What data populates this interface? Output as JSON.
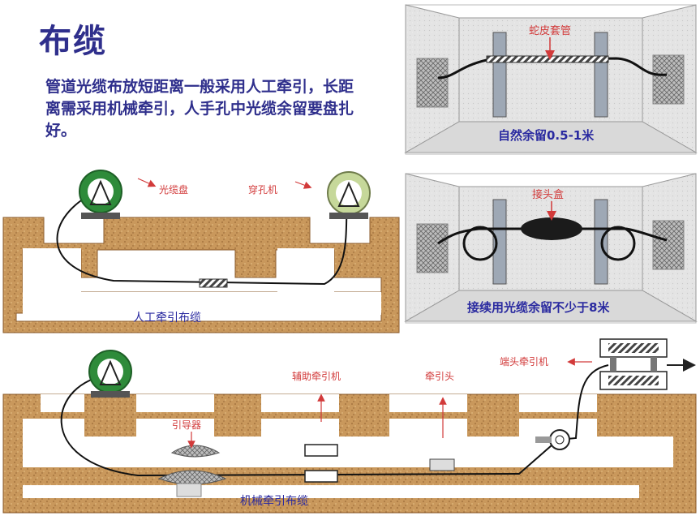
{
  "title": "布缆",
  "description": "管道光缆布放短距离一般采用人工牵引，长距离需采用机械牵引，人手孔中光缆余留要盘扎好。",
  "labels": {
    "snake_tube": "蛇皮套管",
    "natural_slack": "自然余留0.5-1米",
    "splice_box": "接头盒",
    "splice_slack": "接续用光缆余留不少于8米",
    "cable_reel": "光缆盘",
    "threader": "穿孔机",
    "manual_pull": "人工牵引布缆",
    "assist_puller": "辅助牵引机",
    "pull_head": "牵引头",
    "end_puller": "端头牵引机",
    "guide": "引导器",
    "machine_pull": "机械牵引布缆"
  },
  "colors": {
    "title": "#2f2f8c",
    "label_red": "#d23a3a",
    "label_blue": "#2a2aa0",
    "soil": "#c9985c",
    "reel_green": "#2e8b3a",
    "reel_light": "#c6d89a"
  }
}
